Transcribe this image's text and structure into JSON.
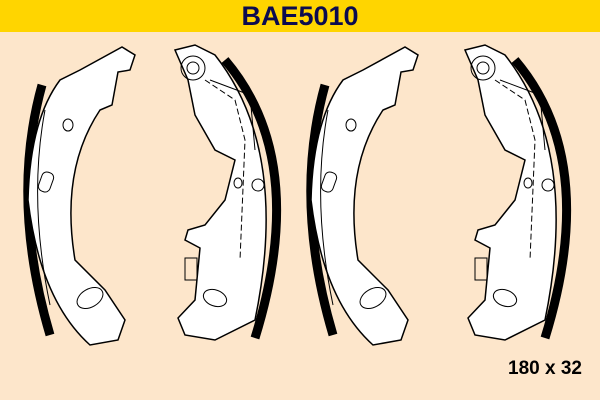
{
  "header": {
    "part_number": "BAE5010"
  },
  "product": {
    "dimensions": "180 x 32",
    "image": "brake-shoe-set"
  },
  "colors": {
    "header": "#FFD500",
    "background": "#FDE6CB",
    "title": "#0B0B4F"
  }
}
